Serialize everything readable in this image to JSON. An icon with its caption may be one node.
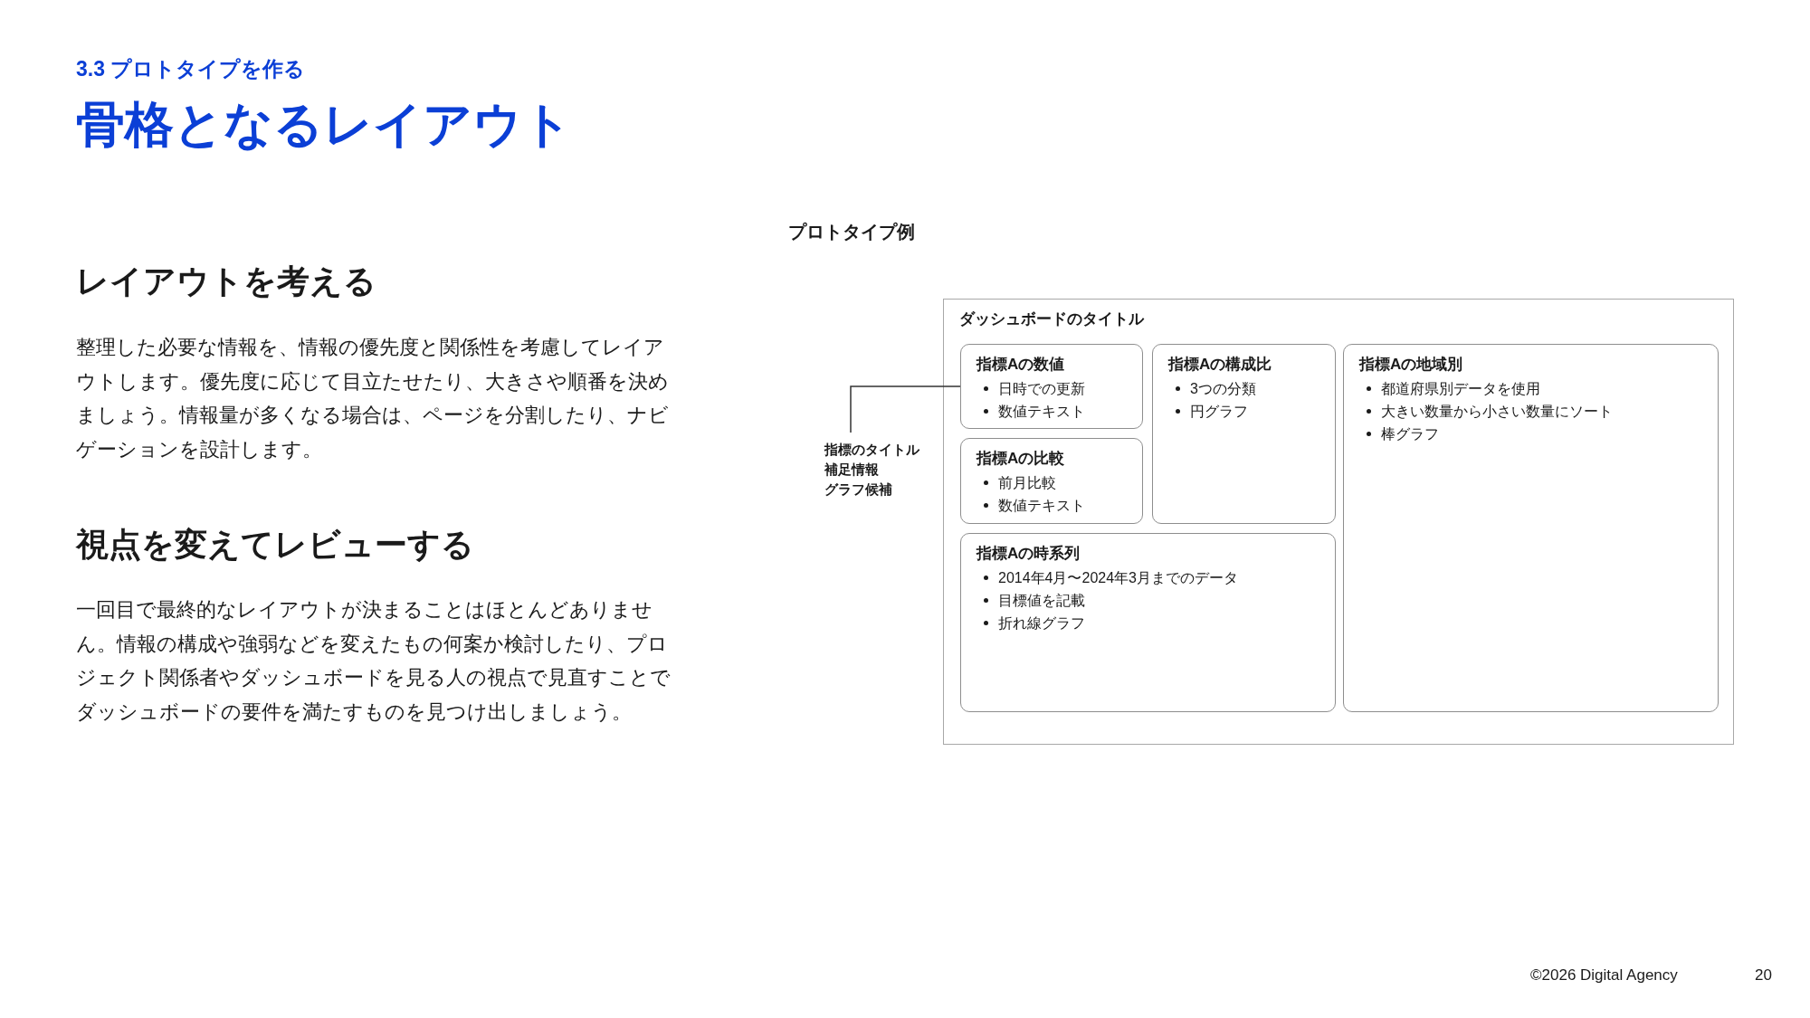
{
  "diagram": {
    "title": "骨格となるレイアウト",
    "nodes": [
      {
        "text": [
          "ダッシュボードのタイトル"
        ]
      },
      {
        "text": [
          "指標Aの数値",
          "日時での更新",
          "数値テキスト"
        ],
        "in": 0
      },
      {
        "text": [
          "指標Aの構成比",
          "3つの分類",
          "円グラフ"
        ],
        "in": 0
      },
      {
        "text": [
          "指標Aの地域別",
          "都道府県別データを使用",
          "大きい数量から小さい数量にソート",
          "棒グラフ"
        ],
        "in": 0
      },
      {
        "text": [
          "指標Aの比較",
          "前月比較",
          "数値テキスト"
        ],
        "in": 0
      },
      {
        "text": [
          "指標Aの時系列",
          "2014年4月〜2024年3月までのデータ",
          "目標値を記載",
          "折れ線グラフ"
        ],
        "in": 0
      },
      {
        "text": [
          "指標のタイトル",
          "補足情報",
          "グラフ候補"
        ]
      }
    ],
    "edges": [
      {
        "from": 6,
        "to": 1,
        "arrow": "none"
      }
    ],
    "labels": [
      "3.3 プロトタイプを作る",
      "レイアウトを考える",
      "整理した必要な情報を、情報の優先度と関係性を考慮してレイアウトします。優先度に応じて目立たせたり、大きさや順番を決めましょう。情報量が多くなる場合は、ページを分割したり、ナビゲーションを設計します。",
      "視点を変えてレビューする",
      "一回目で最終的なレイアウトが決まることはほとんどありません。情報の構成や強弱などを変えたもの何案か検討したり、プロジェクト関係者やダッシュボードを見る人の視点で見直すことでダッシュボードの要件を満たすものを見つけ出しましょう。",
      "プロトタイプ例",
      "©2026 Digital Agency",
      "20"
    ]
  }
}
